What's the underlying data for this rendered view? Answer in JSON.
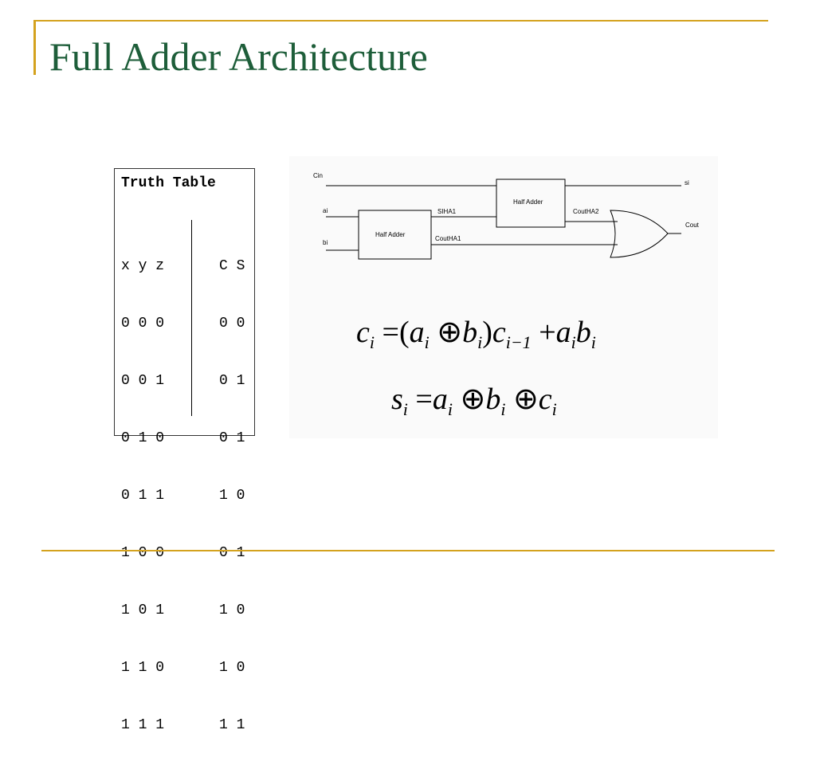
{
  "slide": {
    "title": "Full Adder Architecture"
  },
  "truth_table": {
    "title": "Truth Table",
    "headers_in": "x y z",
    "headers_out": "C S",
    "rows": [
      {
        "in": "0 0 0",
        "out": "0 0"
      },
      {
        "in": "0 0 1",
        "out": "0 1"
      },
      {
        "in": "0 1 0",
        "out": "0 1"
      },
      {
        "in": "0 1 1",
        "out": "1 0"
      },
      {
        "in": "1 0 0",
        "out": "0 1"
      },
      {
        "in": "1 0 1",
        "out": "1 0"
      },
      {
        "in": "1 1 0",
        "out": "1 0"
      },
      {
        "in": "1 1 1",
        "out": "1 1"
      }
    ]
  },
  "circuit": {
    "label_cin": "Cin",
    "label_ai": "ai",
    "label_bi": "bi",
    "label_si": "si",
    "label_cout": "Cout",
    "ha1_label": "Half Adder",
    "ha2_label": "Half Adder",
    "sig_sha1": "SIHA1",
    "sig_couha1": "CoutHA1",
    "sig_couha2": "CoutHA2"
  },
  "equations": {
    "carry": {
      "c": "c",
      "ci": "i",
      "eq": "=",
      "lp": "(",
      "a1": "a",
      "a1s": "i",
      "xor1": "⊕",
      "b1": "b",
      "b1s": "i",
      "rp": ")",
      "c2": "c",
      "c2s": "i−1",
      "plus": "+",
      "a2": "a",
      "a2s": "i",
      "b2": "b",
      "b2s": "i"
    },
    "sum": {
      "s": "s",
      "ss": "i",
      "eq": "=",
      "a": "a",
      "as": "i",
      "xor1": "⊕",
      "b": "b",
      "bs": "i",
      "xor2": "⊕",
      "c": "c",
      "cs": "i"
    }
  },
  "colors": {
    "accent": "#d4a21e",
    "title": "#1e5e3a"
  }
}
